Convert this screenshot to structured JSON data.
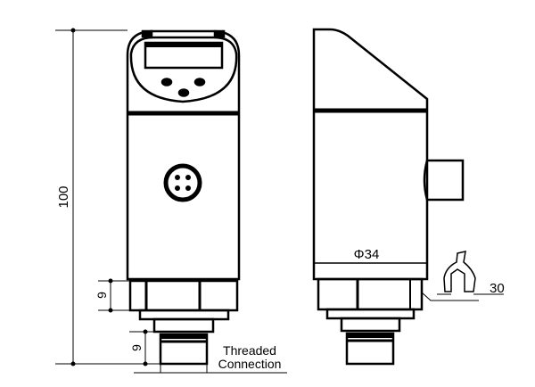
{
  "drawing": {
    "type": "technical dimension drawing",
    "views": [
      "front-view",
      "side-view"
    ],
    "dimensions": {
      "overall_height": "100",
      "hex_height": "9",
      "thread_height": "9",
      "diameter": "Φ34",
      "wrench_size": "30"
    },
    "labels": {
      "threaded_connection_line1": "Threaded",
      "threaded_connection_line2": "Connection"
    },
    "colors": {
      "line": "#000000",
      "background": "#ffffff"
    }
  }
}
